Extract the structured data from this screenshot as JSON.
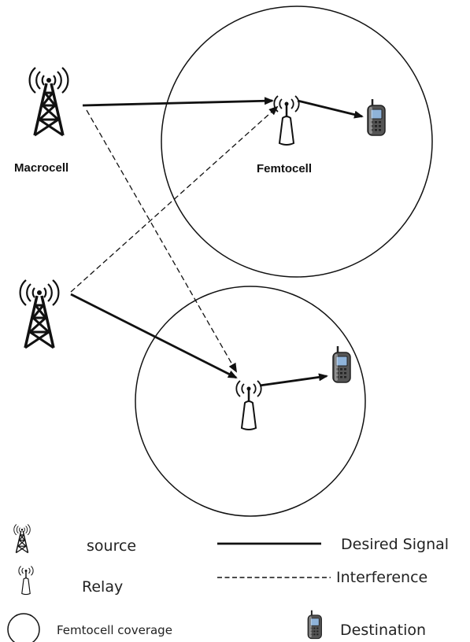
{
  "diagram": {
    "labels": {
      "macrocell": "Macrocell",
      "femtocell": "Femtocell"
    },
    "legend": {
      "source": "source",
      "relay": "Relay",
      "coverage": "Femtocell coverage",
      "desired_signal": "Desired Signal",
      "interference": "Interference",
      "destination": "Destination"
    },
    "colors": {
      "line": "#111111",
      "phone_screen": "#8fb3d9",
      "phone_body": "#444444"
    },
    "icons": [
      "tower-icon",
      "relay-icon",
      "phone-icon"
    ]
  }
}
